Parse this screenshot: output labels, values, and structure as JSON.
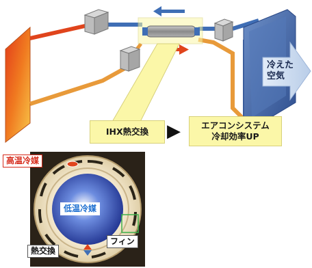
{
  "top": {
    "ihx_label": "IHX熱交換",
    "arrow_glyph": "▶",
    "result_line1": "エアコンシステム",
    "result_line2": "冷却効率UP",
    "cold_air_line1": "冷えた",
    "cold_air_line2": "空気"
  },
  "bottom": {
    "high_temp_label": "高温冷媒",
    "low_temp_label": "低温冷媒",
    "heat_exchange_label": "熱交換",
    "fin_label": "フィン"
  },
  "colors": {
    "hot": "#e0441c",
    "cold": "#3f6eb5",
    "warm_pipe": "#e89a3a",
    "highlight": "#fbf7a8"
  }
}
